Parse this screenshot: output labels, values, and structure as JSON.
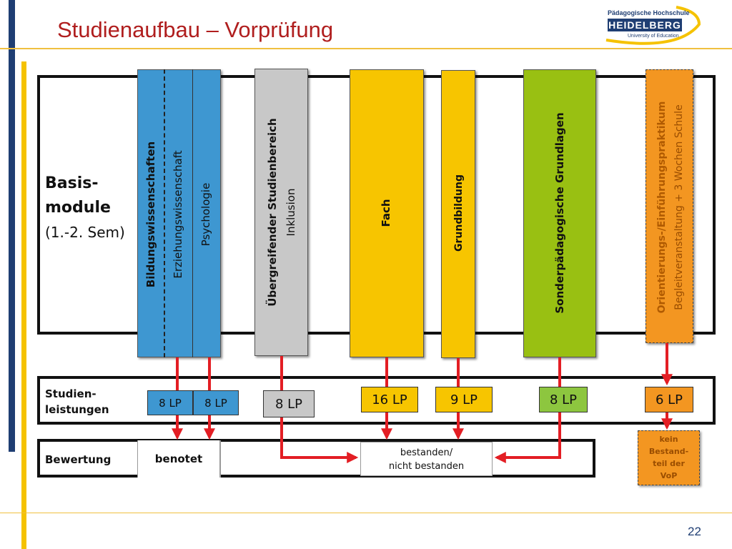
{
  "title": "Studienaufbau – Vorprüfung",
  "logo": {
    "line1": "Pädagogische Hochschule",
    "name": "HEIDELBERG",
    "line3": "University of Education"
  },
  "colors": {
    "title": "#b01e1e",
    "blue": "#3e97d1",
    "gray": "#c8c8c8",
    "yellow": "#f7c500",
    "green": "#99c012",
    "orange": "#f39621",
    "green_box": "#8dc63f",
    "arrow": "#e31e24",
    "accent_bar": "#f5c200",
    "nav_bar": "#1f3e73"
  },
  "basis": {
    "line1": "Basis-",
    "line2": "module",
    "line3": "(1.-2. Sem)"
  },
  "columns": {
    "bildung": {
      "title": "Bildungswissenschaften",
      "sub1": "Erziehungswissenschaft",
      "sub2": "Psychologie"
    },
    "uebergreifend": {
      "title": "Übergreifender Studienbereich",
      "sub": "Inklusion"
    },
    "fach": {
      "title": "Fach"
    },
    "grundbildung": {
      "title": "Grundbildung"
    },
    "sonder": {
      "title": "Sonderpädagogische Grundlagen"
    },
    "orientierung": {
      "title": "Orientierungs-/Einführungspraktikum",
      "sub": "Begleitveranstaltung + 3 Wochen Schule"
    }
  },
  "studienleistungen": {
    "label1": "Studien-",
    "label2": "leistungen",
    "lp": [
      "8 LP",
      "8 LP",
      "8 LP",
      "16 LP",
      "9 LP",
      "8 LP",
      "6 LP"
    ]
  },
  "bewertung": {
    "label": "Bewertung",
    "benotet": "benotet",
    "bestanden1": "bestanden/",
    "bestanden2": "nicht bestanden",
    "kein": [
      "kein",
      "Bestand-",
      "teil der",
      "VoP"
    ]
  },
  "page_number": "22"
}
